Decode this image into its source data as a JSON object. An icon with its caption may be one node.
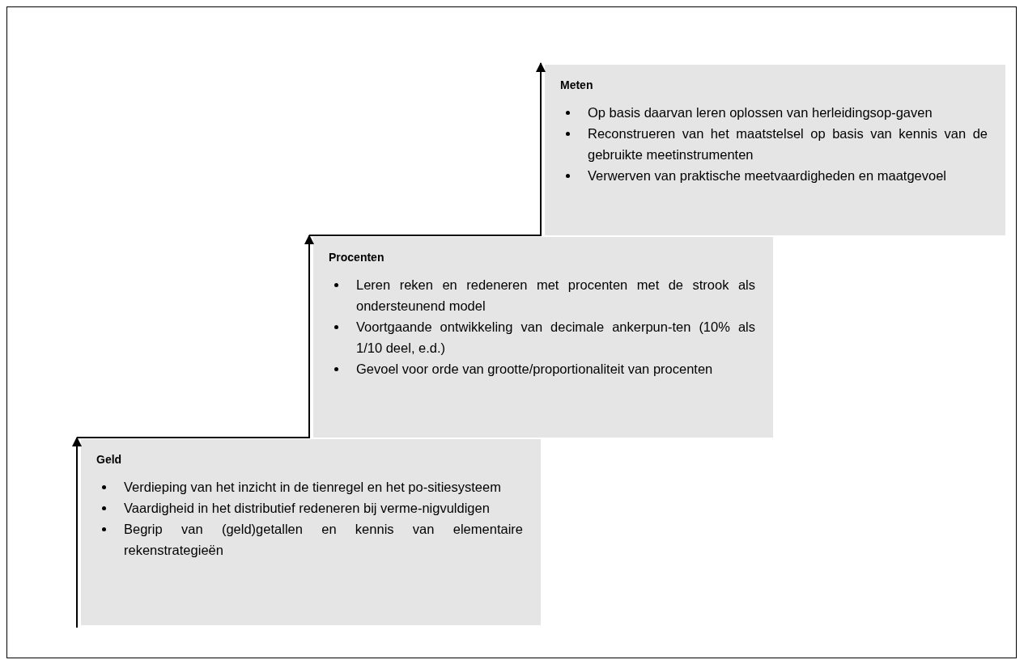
{
  "diagram": {
    "nodes": [
      {
        "text": [
          "Meten",
          "Op basis daarvan leren oplossen van herleidingsop-gaven",
          "Reconstrueren van het maatstelsel op basis van kennis van de gebruikte meetinstrumenten",
          "Verwerven van praktische meetvaardigheden en maatgevoel"
        ]
      },
      {
        "text": [
          "Procenten",
          "Leren reken en redeneren met procenten met de strook als ondersteunend model",
          "Voortgaande ontwikkeling van decimale ankerpun-ten (10% als 1/10 deel, e.d.)",
          "Gevoel voor orde van grootte/proportionaliteit van procenten"
        ]
      },
      {
        "text": [
          "Geld",
          "Verdieping van het inzicht in de tienregel en het po-sitiesysteem",
          "Vaardigheid in het distributief redeneren bij verme-nigvuldigen",
          "Begrip van (geld)getallen en kennis van elementaire rekenstrategieën"
        ]
      }
    ],
    "edges": [
      {
        "from": null,
        "to": 2,
        "arrow": "to"
      },
      {
        "from": 2,
        "to": 1,
        "arrow": "to"
      },
      {
        "from": 1,
        "to": 0,
        "arrow": "to"
      }
    ]
  }
}
